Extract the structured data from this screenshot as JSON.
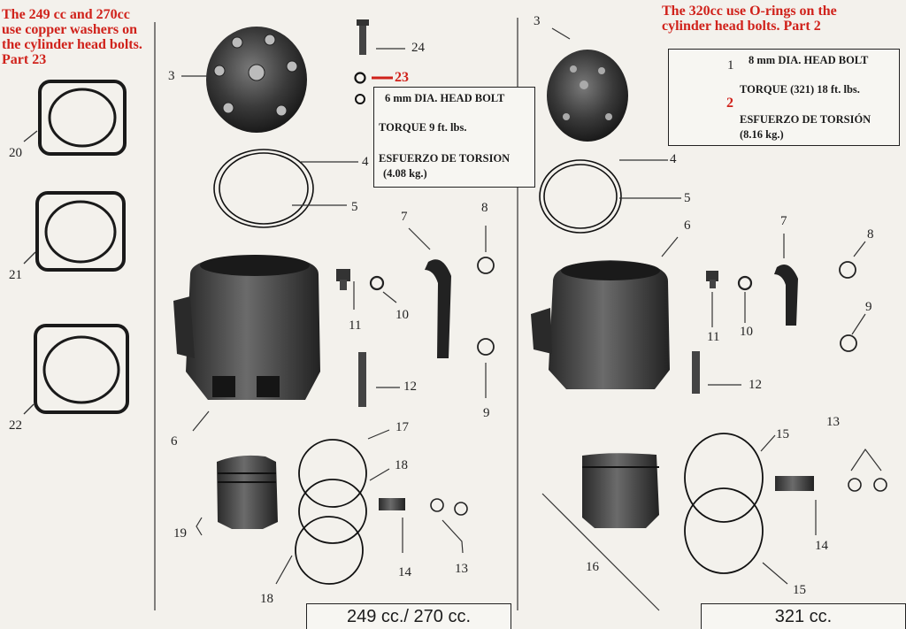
{
  "notes": {
    "left": "The 249 cc and 270cc use copper washers on the cylinder head bolts. Part 23",
    "right": "The 320cc use O-rings on the cylinder head bolts. Part 2"
  },
  "spec_left": {
    "line1": "6 mm  DIA. HEAD BOLT",
    "line2": "TORQUE  9 ft. lbs.",
    "line3": "ESFUERZO DE TORSION",
    "line4": "(4.08 kg.)"
  },
  "spec_right": {
    "line1": "8 mm DIA. HEAD BOLT",
    "line2": "TORQUE (321)   18 ft. lbs.",
    "line3": "ESFUERZO DE TORSIÓN",
    "line4": "(8.16 kg.)"
  },
  "footer": {
    "left": "249 cc./  270 cc.",
    "right": "321   cc."
  },
  "part_numbers": {
    "p20": "20",
    "p21": "21",
    "p22": "22",
    "l3": "3",
    "l24": "24",
    "l23": "23",
    "l4": "4",
    "l5": "5",
    "l6": "6",
    "l7": "7",
    "l8": "8",
    "l9": "9",
    "l10": "10",
    "l11": "11",
    "l12": "12",
    "l13": "13",
    "l14": "14",
    "l17": "17",
    "l18a": "18",
    "l18b": "18",
    "l19": "19",
    "r1": "1",
    "r2": "2",
    "r3": "3",
    "r4": "4",
    "r5": "5",
    "r6": "6",
    "r7": "7",
    "r8": "8",
    "r9": "9",
    "r10": "10",
    "r11": "11",
    "r12": "12",
    "r13": "13",
    "r14": "14",
    "r15a": "15",
    "r15b": "15",
    "r16": "16"
  },
  "colors": {
    "accent_red": "#d0221b",
    "ink": "#1c1c1c",
    "paper": "#f3f1ec"
  }
}
